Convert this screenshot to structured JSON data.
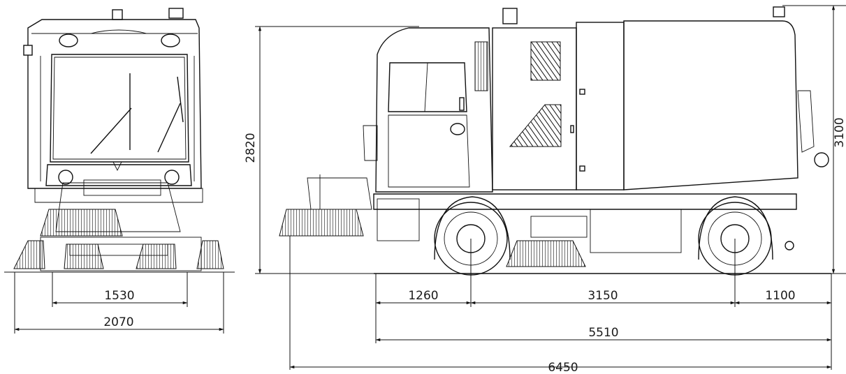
{
  "diagram": {
    "dimensions": {
      "front_track": "1530",
      "front_width": "2070",
      "side_height": "2820",
      "total_height": "3100",
      "front_overhang": "1260",
      "wheelbase": "3150",
      "rear_overhang": "1100",
      "body_length": "5510",
      "overall_length": "6450"
    }
  },
  "colors": {
    "line": "#111111",
    "background": "#ffffff"
  }
}
